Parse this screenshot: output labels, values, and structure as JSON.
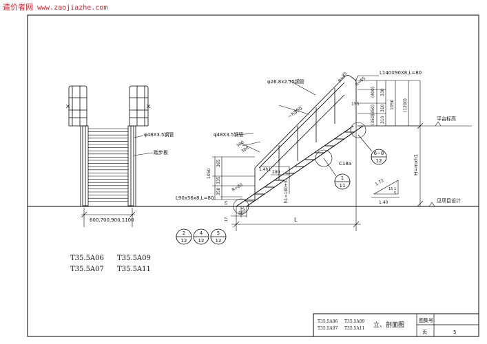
{
  "watermark": {
    "brand": "造价者网",
    "url": "www.zaojiazhe.com"
  },
  "front_view": {
    "label_pipe": "φ48X3.5钢管",
    "label_tread": "踏步板",
    "width_options": "600,700,900,1100"
  },
  "side_view": {
    "label_rail_pipe": "φ26.8x2.75钢管",
    "label_top_angle": "L140X90X8,L=80",
    "label_r85_a": "R=85",
    "label_r85_b": "R=85",
    "label_handrail_len": "~h850",
    "label_post_pipe": "φ48X3.5钢管",
    "label_300a": "300",
    "label_300b": "300",
    "label_1050_left": "1050",
    "label_365": "365",
    "label_335": "335",
    "label_350_left": "350",
    "label_r80": "R=80",
    "label_bottom_angle": "L90x56x8,L=80",
    "label_1_4h1": "1.4h1",
    "label_280": "280",
    "label_h1": "h1=180+5",
    "label_c18a": "C18a",
    "label_155_top": "155",
    "label_400": "(400)",
    "label_350a": "(350)",
    "label_350b": "(350)",
    "label_330": "330",
    "label_310a": "310",
    "label_310b": "310",
    "label_1050_right": "1050",
    "label_1200": "(1200)",
    "label_platform": "平台标高",
    "label_height": "H=mxh1",
    "label_ground": "见项目设计",
    "label_slope_1": "1",
    "label_slope_72": "1.72",
    "label_slope_5": "5",
    "label_slope_15": "15",
    "label_140": "1.40",
    "label_L": "L",
    "label_55": "55",
    "label_355": "355",
    "label_15": "15",
    "label_17": "17"
  },
  "detail_refs": [
    {
      "top": "1",
      "bottom": "11"
    },
    {
      "top": "6~8",
      "bottom": "12"
    },
    {
      "top": "2",
      "bottom": "12"
    },
    {
      "top": "4",
      "bottom": "12"
    },
    {
      "top": "5",
      "bottom": "12"
    }
  ],
  "drawing_codes": [
    "T35.5A06",
    "T35.5A09",
    "T35.5A07",
    "T35.5A11"
  ],
  "title_block": {
    "codes": [
      "T35.5A06",
      "T35.5A09",
      "T35.5A07",
      "T35.5A11"
    ],
    "title": "立、剖面图",
    "atlas_label": "图集号",
    "page_label": "页",
    "page_number": "5"
  }
}
